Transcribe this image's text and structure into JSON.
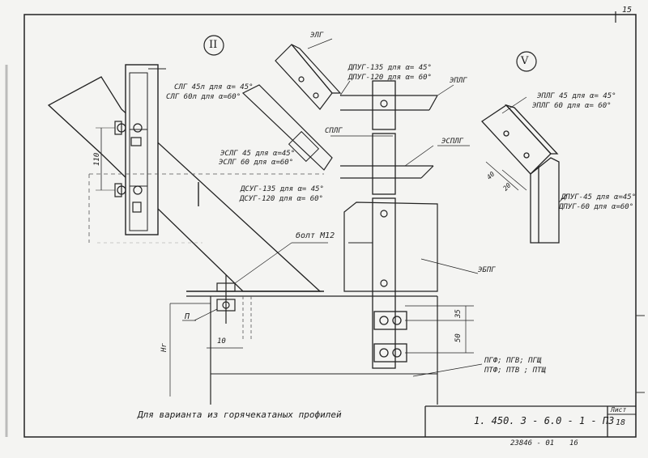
{
  "sheet": {
    "page_number": "15",
    "sheet_label": "Лист",
    "sheet_number": "18",
    "designation": "1. 450. 3 - 6.0 - 1 - ПЗ",
    "inventory": "23846 - 01",
    "format_number": "16",
    "footer_note": "Для варианта из горячекатаных профилей"
  },
  "views": {
    "view_ii": "II",
    "view_v": "V"
  },
  "labels": {
    "slg": "СЛГ 45л для α= 45°",
    "slg60": "СЛГ 60л для α=60°",
    "dim110": "110",
    "eslg": "ЭСЛГ 45 для α=45°",
    "eslg60": "ЭСЛГ 60 для α=60°",
    "dsug": "ДСУГ-135 для α= 45°",
    "dsug120": "ДСУГ-120 для α= 60°",
    "bolt": "болт М12",
    "elg": "ЭЛГ",
    "dpug": "ДПУГ-135 для α= 45°",
    "dpug120": "ДПУГ-120 для α= 60°",
    "eplg": "ЭПЛГ",
    "splg": "СПЛГ",
    "esplg": "ЭСПЛГ",
    "ebpg": "ЭБПГ",
    "eplg45": "ЭПЛГ 45 для α= 45°",
    "eplg60": "ЭПЛГ 60 для α= 60°",
    "dpug45": "ДПУГ-45 для α=45°",
    "dpug60": "ДПУГ-60 для α=60°",
    "dim40": "40",
    "dim20": "20",
    "dim35": "35",
    "dim50": "50",
    "dim10": "10",
    "p_mark": "П",
    "h_mark": "Hr",
    "profiles1": "ПГФ; ПГВ; ПГЩ",
    "profiles2": "ПТФ; ПТВ ; ПТЩ"
  }
}
